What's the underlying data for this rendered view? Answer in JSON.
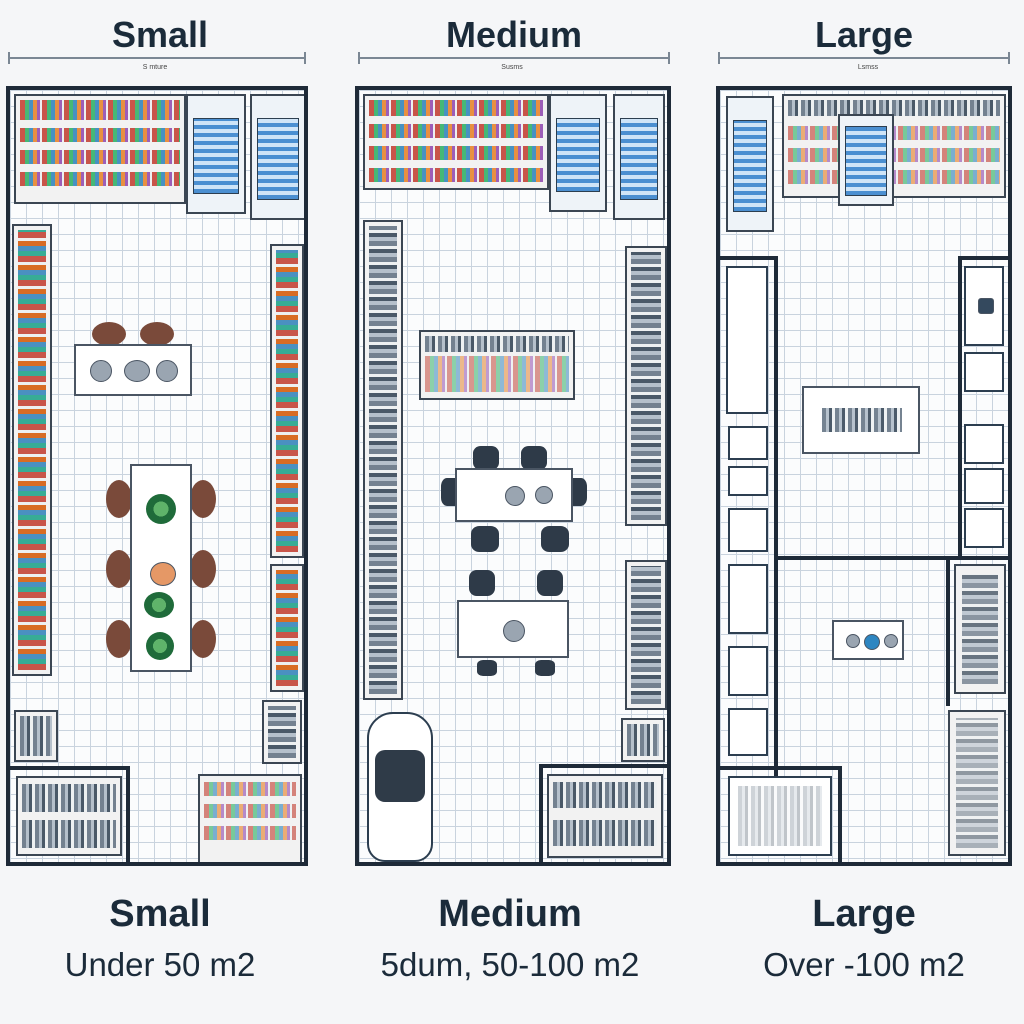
{
  "plans": [
    {
      "key": "small",
      "top_title": "Small",
      "dim_label": "S mture",
      "bottom_title": "Small",
      "subtitle": "Under 50 m2"
    },
    {
      "key": "medium",
      "top_title": "Medium",
      "dim_label": "Susms",
      "bottom_title": "Medium",
      "subtitle": "5dum, 50-100 m2"
    },
    {
      "key": "large",
      "top_title": "Large",
      "dim_label": "Lsmss",
      "bottom_title": "Large",
      "subtitle": "Over -100 m2"
    }
  ],
  "colors": {
    "wall": "#1e2a38",
    "grid": "#c9d3de",
    "text": "#1b2b3a",
    "chair_wood": "#7a4a3a",
    "chair_dark": "#2e3a48"
  }
}
